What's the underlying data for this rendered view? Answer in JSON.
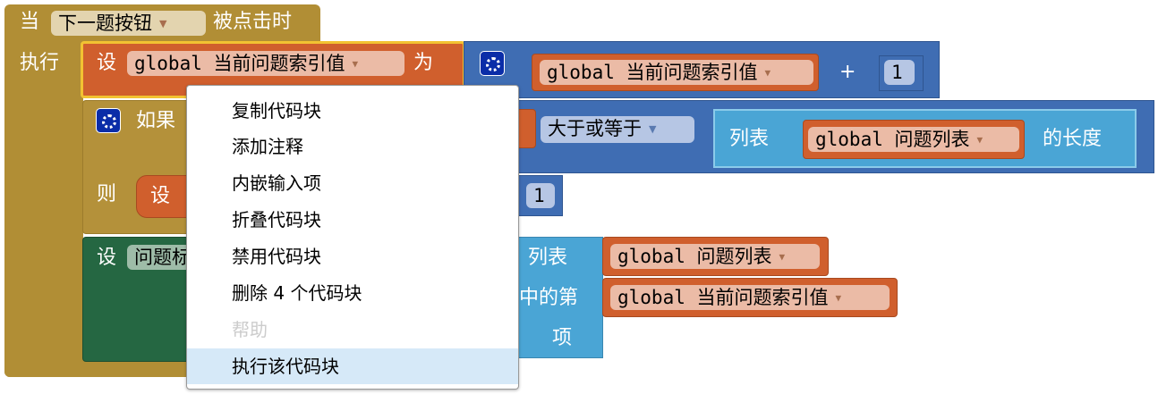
{
  "event_block": {
    "when": "当",
    "component": "下一题按钮",
    "event": "被点击时",
    "do": "执行"
  },
  "set_index": {
    "set": "设",
    "var": "global 当前问题索引值",
    "to": "为",
    "add_var": "global 当前问题索引值",
    "plus": "+",
    "num": "1"
  },
  "if_block": {
    "if": "如果",
    "compare_op": "大于或等于",
    "list_label": "列表",
    "list_var": "global 问题列表",
    "length": "的长度",
    "then": "则",
    "then_set": "设",
    "then_num": "1"
  },
  "set_label": {
    "set": "设",
    "target": "问题标",
    "list_label": "列表",
    "list_var": "global 问题列表",
    "index_label": "中的第",
    "index_var": "global 当前问题索引值",
    "item": "项"
  },
  "context_menu": {
    "items": [
      {
        "label": "复制代码块",
        "enabled": true
      },
      {
        "label": "添加注释",
        "enabled": true
      },
      {
        "label": "内嵌输入项",
        "enabled": true
      },
      {
        "label": "折叠代码块",
        "enabled": true
      },
      {
        "label": "禁用代码块",
        "enabled": true
      },
      {
        "label": "删除 4 个代码块",
        "enabled": true
      },
      {
        "label": "帮助",
        "enabled": false
      },
      {
        "label": "执行该代码块",
        "enabled": true,
        "highlighted": true
      }
    ]
  },
  "colors": {
    "event": "#B18E35",
    "variable": "#D05F2D",
    "math": "#3F6DB3",
    "list": "#4AA5D5",
    "component_set": "#256742",
    "menu_highlight": "#D6E9F8"
  }
}
